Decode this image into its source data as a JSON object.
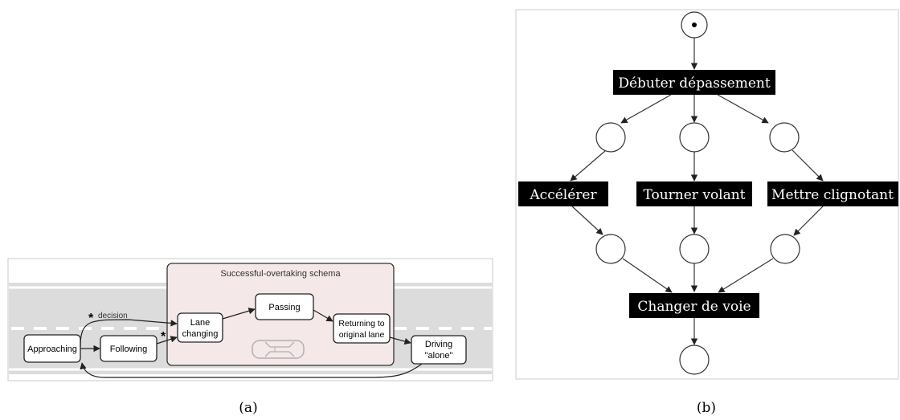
{
  "panel_a": {
    "caption": "(a)",
    "schema_title": "Successful-overtaking schema",
    "star_symbol": "*",
    "decision_label": "decision",
    "states": {
      "approaching": "Approaching",
      "following": "Following",
      "lane_changing_1": "Lane",
      "lane_changing_2": "changing",
      "passing": "Passing",
      "returning_1": "Returning to",
      "returning_2": "original lane",
      "driving_1": "Driving",
      "driving_2": "\"alone\""
    },
    "colors": {
      "road": "#dcdcdc",
      "lane_mark": "#ffffff",
      "schema_fill": "#f5e8e8"
    }
  },
  "panel_b": {
    "caption": "(b)",
    "transitions": {
      "start": "Débuter dépassement",
      "accelerate": "Accélérer",
      "steer": "Tourner volant",
      "indicator": "Mettre clignotant",
      "change_lane": "Changer de voie"
    },
    "colors": {
      "transition_fill": "#000000",
      "transition_text": "#ffffff"
    }
  }
}
